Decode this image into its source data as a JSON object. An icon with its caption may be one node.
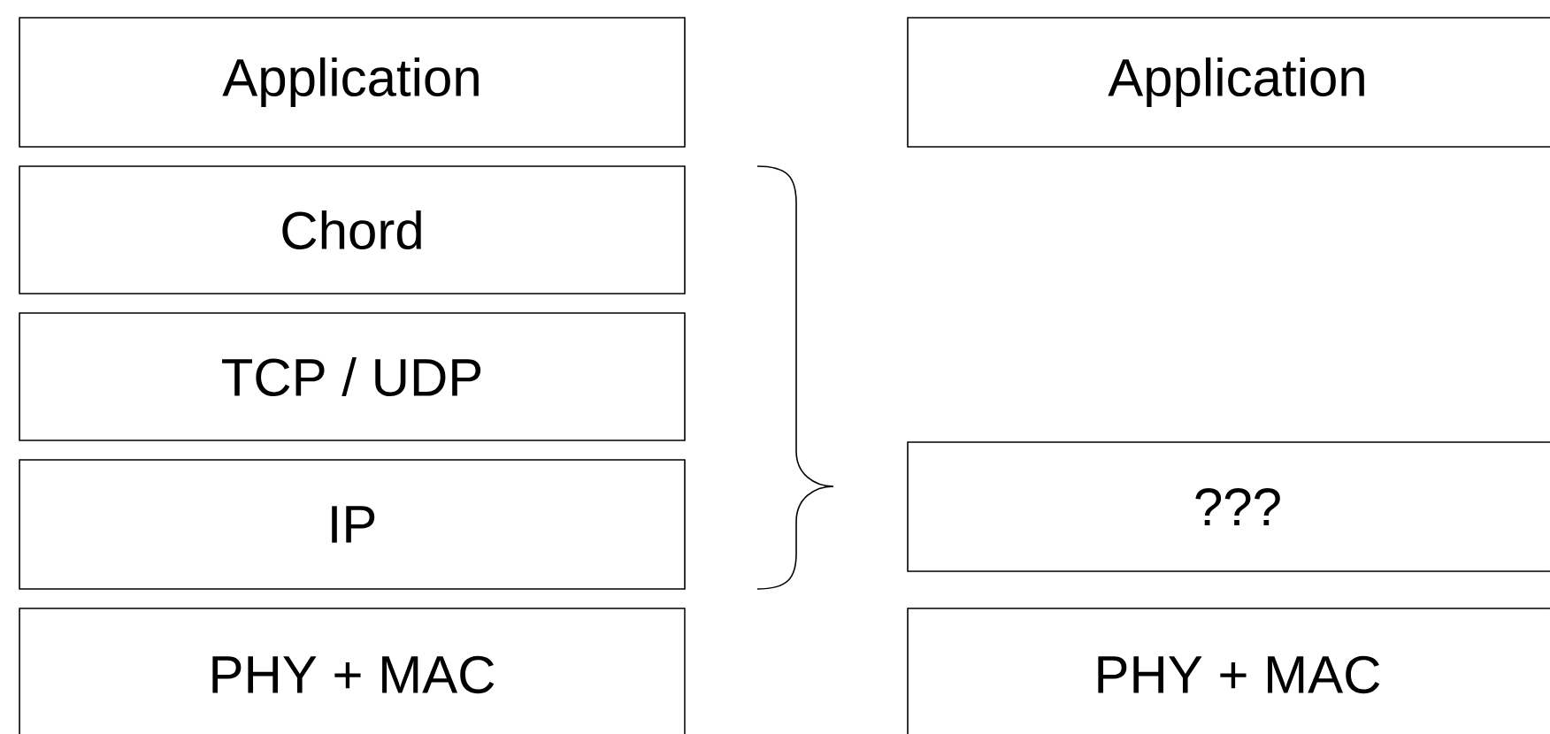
{
  "diagram": {
    "nodes": [
      {
        "text": [
          "Application"
        ]
      },
      {
        "text": [
          "Chord"
        ]
      },
      {
        "text": [
          "TCP / UDP"
        ]
      },
      {
        "text": [
          "IP"
        ]
      },
      {
        "text": [
          "PHY + MAC"
        ]
      },
      {
        "text": [
          "Application"
        ]
      },
      {
        "text": [
          "???"
        ]
      },
      {
        "text": [
          "PHY + MAC"
        ]
      }
    ]
  }
}
